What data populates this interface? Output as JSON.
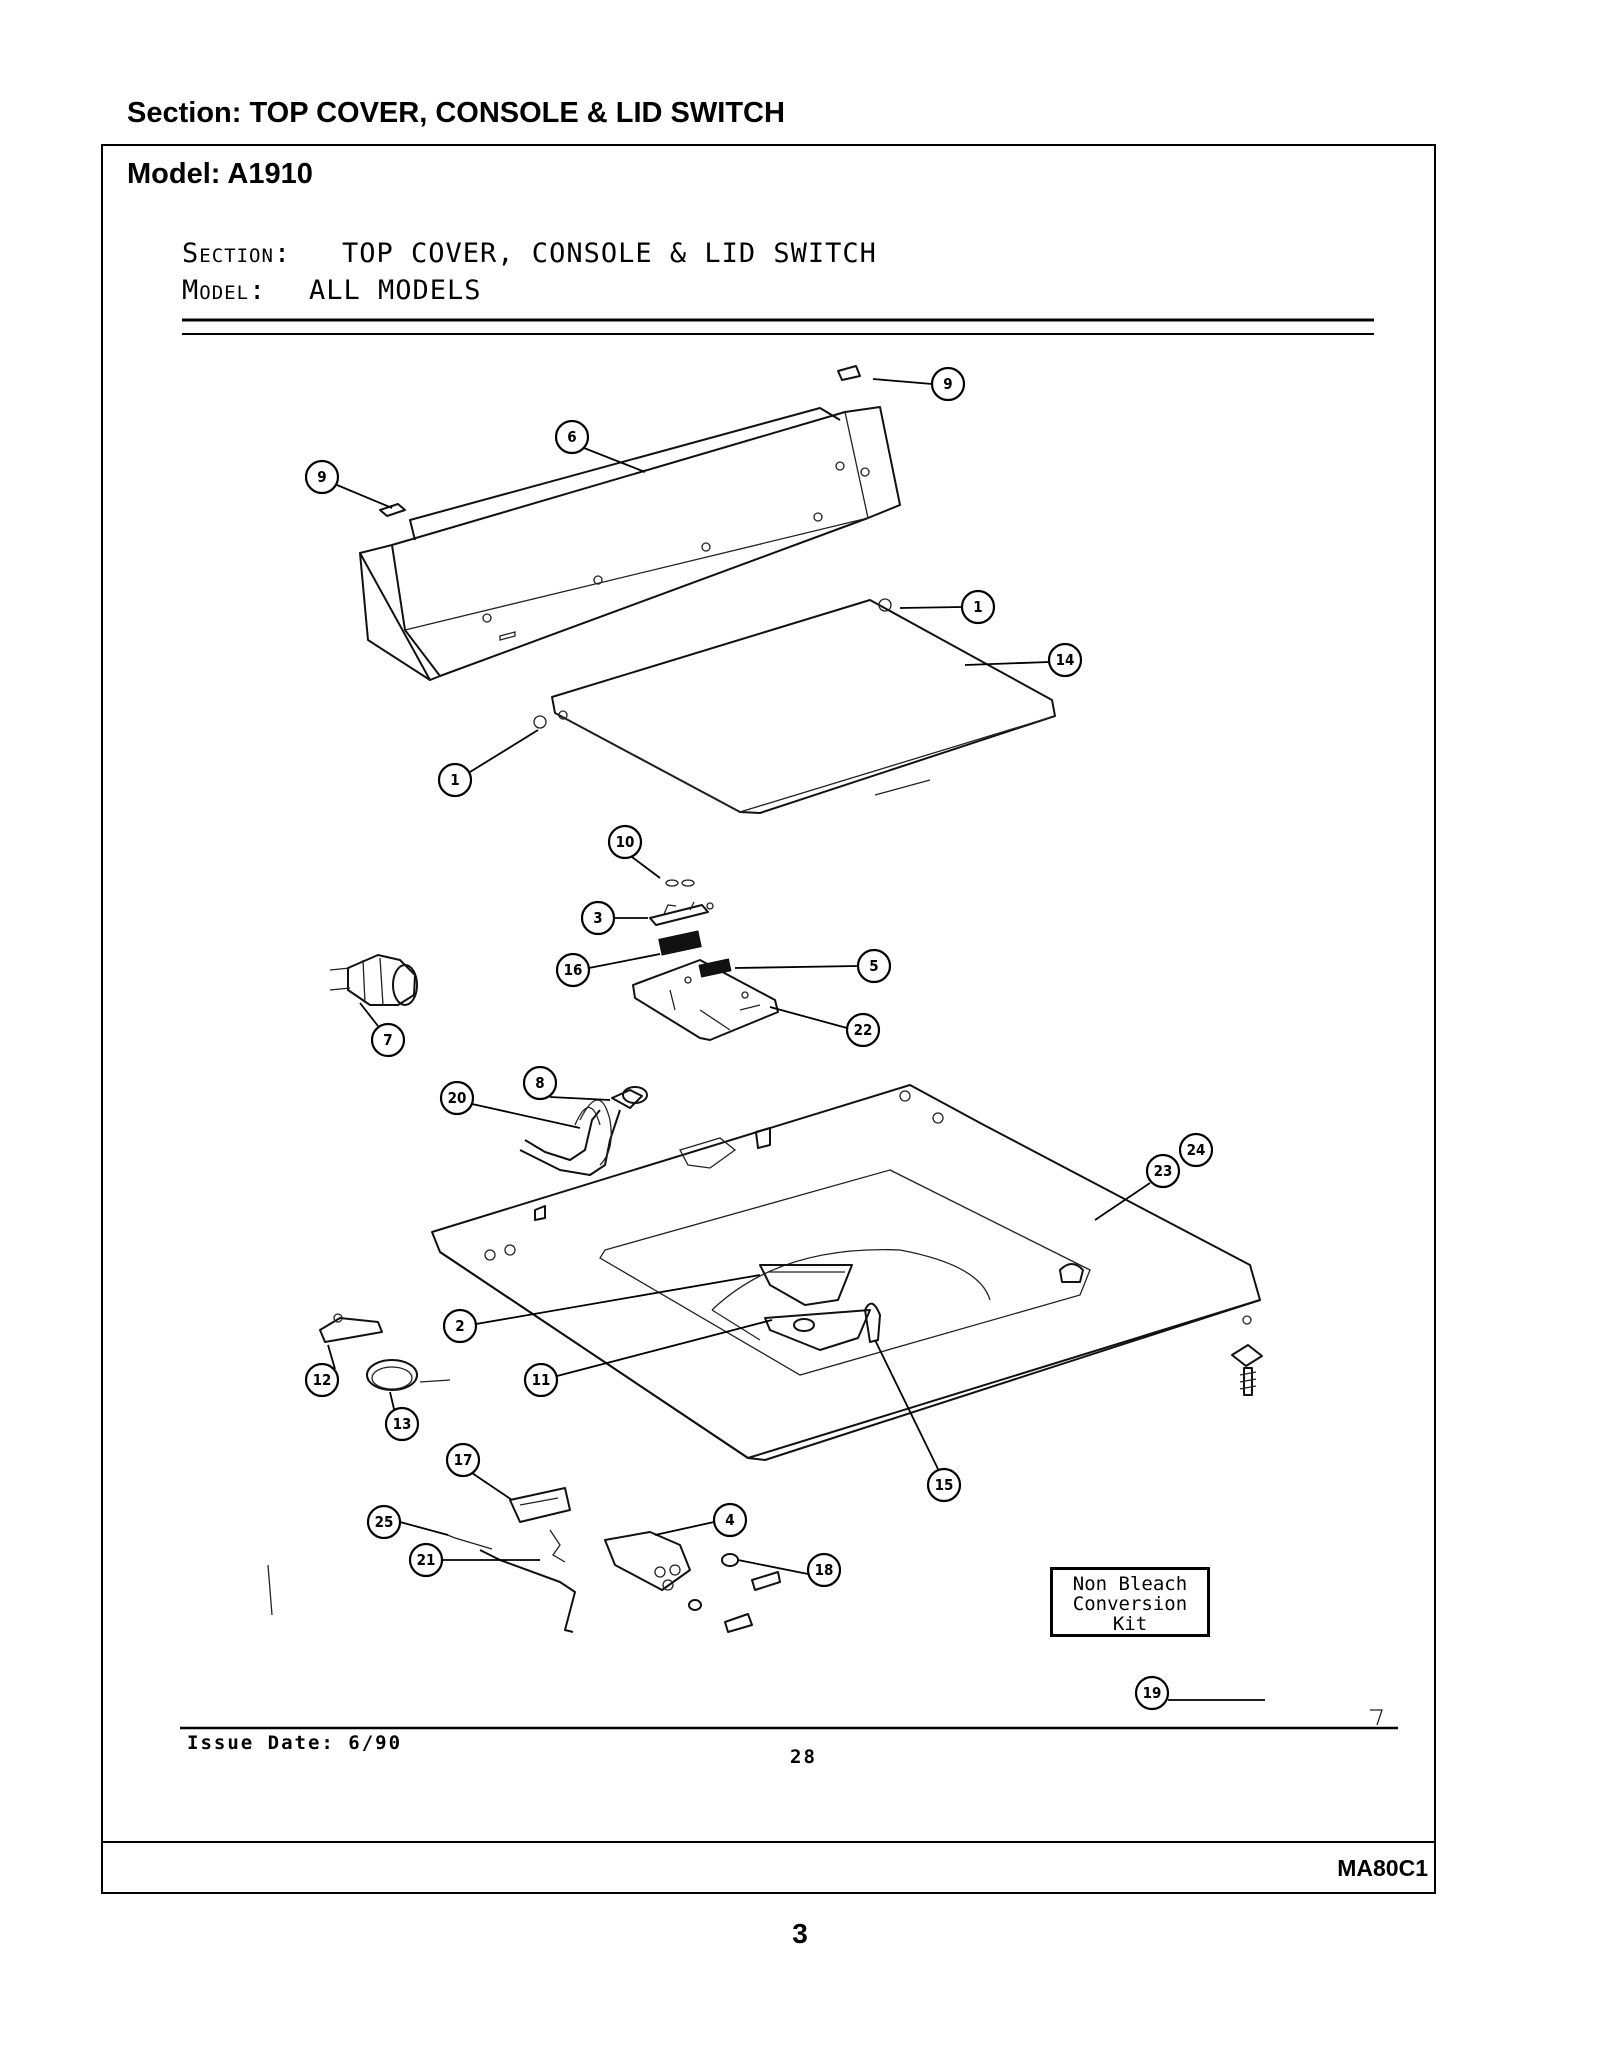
{
  "header": {
    "section_line": "Section:  TOP COVER, CONSOLE & LID SWITCH",
    "model_line": "Model:  A1910"
  },
  "drawing": {
    "section_label": "Section:",
    "section_value": "TOP COVER, CONSOLE & LID SWITCH",
    "model_label": "Model:",
    "model_value": "ALL MODELS",
    "issue_date": "Issue Date: 6/90",
    "page_ref": "28",
    "kit_label": [
      "Non Bleach",
      "Conversion",
      "Kit"
    ]
  },
  "callouts": [
    "9",
    "6",
    "9",
    "1",
    "14",
    "1",
    "10",
    "3",
    "16",
    "5",
    "22",
    "7",
    "8",
    "20",
    "24",
    "23",
    "2",
    "11",
    "12",
    "13",
    "15",
    "17",
    "4",
    "25",
    "21",
    "18",
    "19"
  ],
  "footer": {
    "doc_code": "MA80C1",
    "page_number": "3"
  }
}
